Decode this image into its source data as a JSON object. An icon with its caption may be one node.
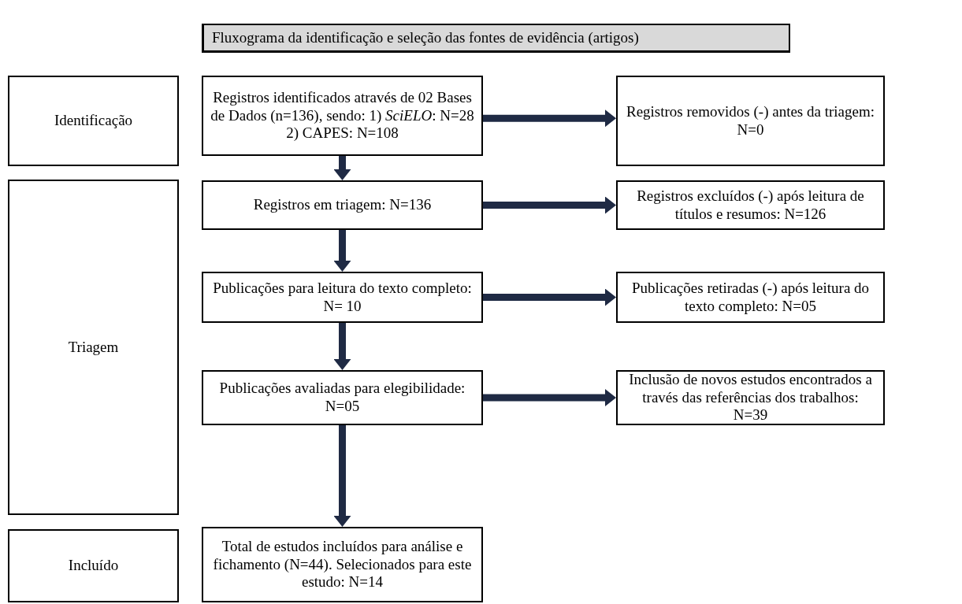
{
  "diagram": {
    "nodes": [
      {
        "text": [
          "Fluxograma da identificação e seleção das fontes de evidência (artigos)"
        ]
      },
      {
        "text": [
          "Identificação"
        ]
      },
      {
        "text": [
          "Registros identificados através de 02 Bases de Dados (n=136), sendo: 1) *SciELO*: N=28 2) CAPES: N=108"
        ]
      },
      {
        "text": [
          "Registros removidos (-) antes da triagem: N=0"
        ]
      },
      {
        "text": [
          "Triagem"
        ]
      },
      {
        "text": [
          "Registros em triagem: N=136"
        ]
      },
      {
        "text": [
          "Registros excluídos (-) após leitura de títulos e resumos: N=126"
        ]
      },
      {
        "text": [
          "Publicações para leitura do texto completo: N= 10"
        ]
      },
      {
        "text": [
          "Publicações retiradas (-) após leitura do texto completo: N=05"
        ]
      },
      {
        "text": [
          "Publicações avaliadas para elegibilidade: N=05"
        ]
      },
      {
        "text": [
          "Inclusão de novos estudos encontrados a través das referências dos trabalhos: N=39"
        ]
      },
      {
        "text": [
          "Incluído"
        ]
      },
      {
        "text": [
          "Total de estudos incluídos para análise e fichamento (N=44). Selecionados para este estudo: N=14"
        ]
      }
    ],
    "edges": [
      {
        "from": 2,
        "to": 3,
        "arrow": "to"
      },
      {
        "from": 2,
        "to": 5,
        "arrow": "to"
      },
      {
        "from": 5,
        "to": 6,
        "arrow": "to"
      },
      {
        "from": 5,
        "to": 7,
        "arrow": "to"
      },
      {
        "from": 7,
        "to": 8,
        "arrow": "to"
      },
      {
        "from": 7,
        "to": 9,
        "arrow": "to"
      },
      {
        "from": 9,
        "to": 10,
        "arrow": "to"
      },
      {
        "from": 9,
        "to": 12,
        "arrow": "to"
      }
    ]
  }
}
